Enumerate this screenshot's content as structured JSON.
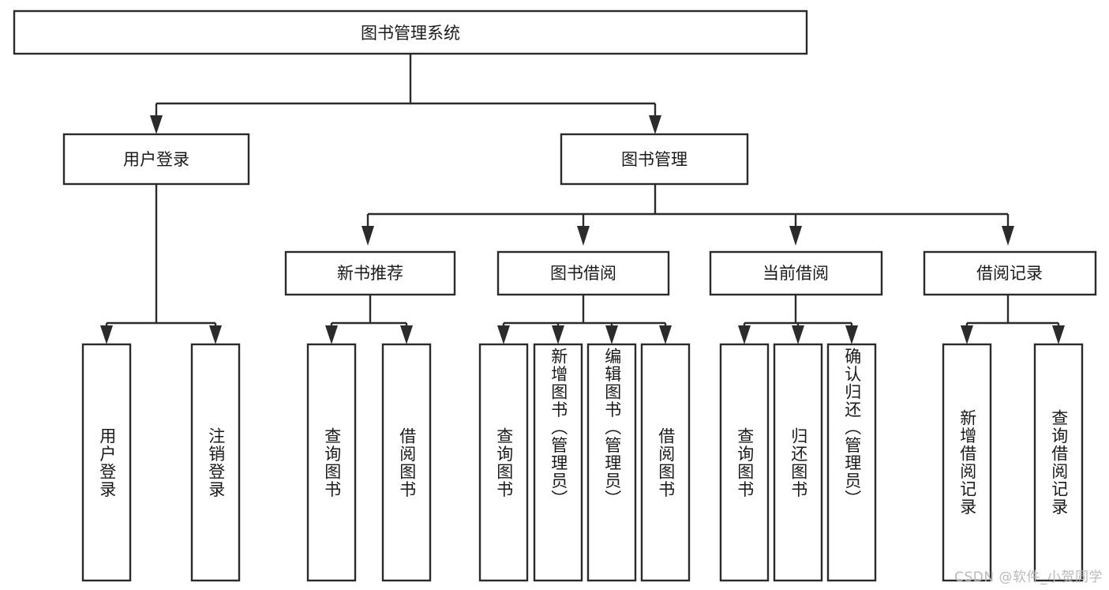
{
  "diagram": {
    "title": "图书管理系统",
    "type": "tree-hierarchy-diagram",
    "colors": {
      "box_stroke": "#2b2b2b",
      "box_fill": "#ffffff",
      "text": "#1a1a1a",
      "background": "#ffffff",
      "watermark": "#b9b9b9"
    },
    "root": {
      "label": "图书管理系统"
    },
    "level2": [
      {
        "label": "用户登录"
      },
      {
        "label": "图书管理"
      }
    ],
    "level3": [
      {
        "label": "新书推荐"
      },
      {
        "label": "图书借阅"
      },
      {
        "label": "当前借阅"
      },
      {
        "label": "借阅记录"
      }
    ],
    "leaves_user_login": [
      {
        "label": "用户登录"
      },
      {
        "label": "注销登录"
      }
    ],
    "leaves_new_book": [
      {
        "label": "查询图书"
      },
      {
        "label": "借阅图书"
      }
    ],
    "leaves_borrow": [
      {
        "label": "查询图书"
      },
      {
        "label": "新增图书（管理员）"
      },
      {
        "label": "编辑图书（管理员）"
      },
      {
        "label": "借阅图书"
      }
    ],
    "leaves_current": [
      {
        "label": "查询图书"
      },
      {
        "label": "归还图书"
      },
      {
        "label": "确认归还（管理员）"
      }
    ],
    "leaves_record": [
      {
        "label": "新增借阅记录"
      },
      {
        "label": "查询借阅记录"
      }
    ],
    "watermark": "CSDN @软件_小贺同学"
  }
}
